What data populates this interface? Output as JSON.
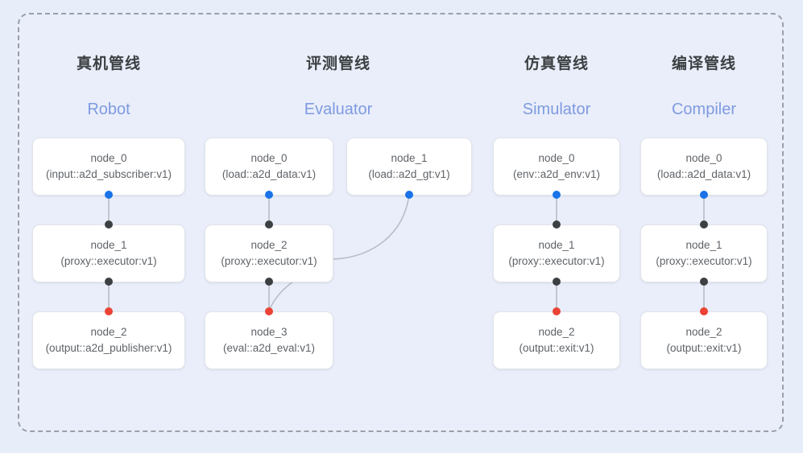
{
  "diagram": {
    "frame": {
      "style": "dashed-rounded-rectangle",
      "border_color": "#9aa0a6",
      "fill_color": "#e9eefa"
    },
    "page_background": "#e7edf9",
    "port_colors": {
      "input": "#1a73e8",
      "output": "#ea4335",
      "proxy": "#3c4043"
    }
  },
  "columns": [
    {
      "title_cn": "真机管线",
      "title_en": "Robot",
      "nodes": [
        {
          "name": "node_0",
          "spec": "(input::a2d_subscriber:v1)"
        },
        {
          "name": "node_1",
          "spec": "(proxy::executor:v1)"
        },
        {
          "name": "node_2",
          "spec": "(output::a2d_publisher:v1)"
        }
      ]
    },
    {
      "title_cn": "评测管线",
      "title_en": "Evaluator",
      "nodes": [
        {
          "name": "node_0",
          "spec": "(load::a2d_data:v1)"
        },
        {
          "name": "node_1",
          "spec": "(load::a2d_gt:v1)"
        },
        {
          "name": "node_2",
          "spec": "(proxy::executor:v1)"
        },
        {
          "name": "node_3",
          "spec": "(eval::a2d_eval:v1)"
        }
      ]
    },
    {
      "title_cn": "仿真管线",
      "title_en": "Simulator",
      "nodes": [
        {
          "name": "node_0",
          "spec": "(env::a2d_env:v1)"
        },
        {
          "name": "node_1",
          "spec": "(proxy::executor:v1)"
        },
        {
          "name": "node_2",
          "spec": "(output::exit:v1)"
        }
      ]
    },
    {
      "title_cn": "编译管线",
      "title_en": "Compiler",
      "nodes": [
        {
          "name": "node_0",
          "spec": "(load::a2d_data:v1)"
        },
        {
          "name": "node_1",
          "spec": "(proxy::executor:v1)"
        },
        {
          "name": "node_2",
          "spec": "(output::exit:v1)"
        }
      ]
    }
  ]
}
